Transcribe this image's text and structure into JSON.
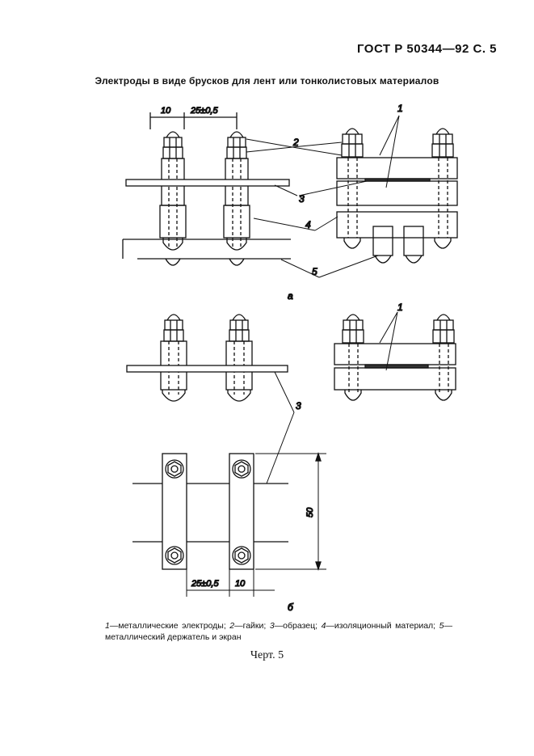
{
  "header": {
    "standard": "ГОСТ Р 50344—92 С. 5"
  },
  "subtitle": "Электроды в виде брусков для лент или тонколистовых материалов",
  "figure": {
    "dims": {
      "width_small": "10",
      "gap": "25±0,5",
      "height": "50"
    },
    "callouts": {
      "c1": "1",
      "c2": "2",
      "c3": "3",
      "c4": "4",
      "c5": "5",
      "c1b": "1",
      "c3b": "3"
    },
    "sublabels": {
      "a": "а",
      "b": "б"
    }
  },
  "caption": {
    "n1": "1",
    "t1": "—металлические электроды; ",
    "n2": "2",
    "t2": "—гайки; ",
    "n3": "3",
    "t3": "—образец; ",
    "n4": "4",
    "t4": "—изоляционный материал; ",
    "n5": "5",
    "t5": "—металлический держатель и экран"
  },
  "figure_name": "Черт. 5"
}
